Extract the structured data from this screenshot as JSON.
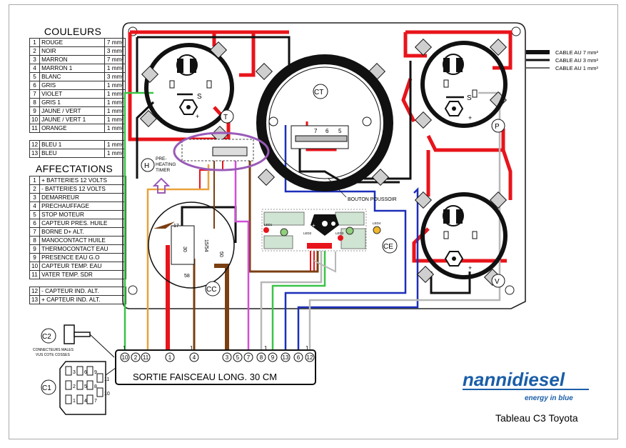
{
  "couleurs": {
    "title": "COULEURS",
    "rows": [
      {
        "n": "1",
        "name": "ROUGE",
        "size": "7 mm²"
      },
      {
        "n": "2",
        "name": "NOIR",
        "size": "3 mm²"
      },
      {
        "n": "3",
        "name": "MARRON",
        "size": "7 mm²"
      },
      {
        "n": "4",
        "name": "MARRON 1",
        "size": "1 mm²"
      },
      {
        "n": "5",
        "name": "BLANC",
        "size": "3 mm²"
      },
      {
        "n": "6",
        "name": "GRIS",
        "size": "1 mm²"
      },
      {
        "n": "7",
        "name": "VIOLET",
        "size": "1 mm²"
      },
      {
        "n": "8",
        "name": "GRIS 1",
        "size": "1 mm²"
      },
      {
        "n": "9",
        "name": "JAUNE / VERT",
        "size": "1 mm²"
      },
      {
        "n": "10",
        "name": "JAUNE / VERT 1",
        "size": "1 mm²"
      },
      {
        "n": "11",
        "name": "ORANGE",
        "size": "1 mm²"
      }
    ],
    "rows2": [
      {
        "n": "12",
        "name": "BLEU 1",
        "size": "1 mm²"
      },
      {
        "n": "13",
        "name": "BLEU",
        "size": "1 mm²"
      }
    ]
  },
  "affectations": {
    "title": "AFFECTATIONS",
    "rows": [
      {
        "n": "1",
        "name": "+ BATTERIES 12 VOLTS"
      },
      {
        "n": "2",
        "name": "- BATTERIES 12 VOLTS"
      },
      {
        "n": "3",
        "name": "DEMARREUR"
      },
      {
        "n": "4",
        "name": "PRECHAUFFAGE"
      },
      {
        "n": "5",
        "name": "STOP MOTEUR"
      },
      {
        "n": "6",
        "name": "CAPTEUR PRES. HUILE"
      },
      {
        "n": "7",
        "name": "BORNE D+ ALT."
      },
      {
        "n": "8",
        "name": "MANOCONTACT HUILE"
      },
      {
        "n": "9",
        "name": "THERMOCONTACT EAU"
      },
      {
        "n": "9b",
        "name": "PRESENCE EAU G.O"
      },
      {
        "n": "10",
        "name": "CAPTEUR TEMP. EAU"
      },
      {
        "n": "11",
        "name": "VATER TEMP. SDR"
      }
    ],
    "rows2": [
      {
        "n": "12",
        "name": "- CAPTEUR IND. ALT."
      },
      {
        "n": "13",
        "name": "+ CAPTEUR IND. ALT."
      }
    ]
  },
  "cable_legend": [
    "CABLE AU 7 mm²",
    "CABLE AU 3 mm²",
    "CABLE AU 1 mm²"
  ],
  "gauges": {
    "t": "T",
    "ct": "CT",
    "p": "P",
    "v": "V",
    "cc": "CC",
    "ce": "CE",
    "h": "H",
    "s1": "S",
    "s2": "S"
  },
  "labels": {
    "preheat": [
      "PRE-",
      "HEATING",
      "TIMER"
    ],
    "bouton": "BOUTON POUSSOIR",
    "ct_pins": [
      "7",
      "6",
      "5"
    ],
    "cc_pins": [
      "17",
      "30",
      "50",
      "15/54",
      "58"
    ],
    "c1": "C1",
    "c2": "C2",
    "connecteurs": [
      "CONNECTEURS MALES",
      "VUS COTE COSSES"
    ],
    "c1_pins": [
      "3",
      "6",
      "9",
      "2",
      "5",
      "8",
      "1",
      "4",
      "7",
      "11",
      "10"
    ],
    "sortie": "SORTIE FAISCEAU LONG. 30 CM",
    "sortie_pins": [
      "10",
      "2",
      "11",
      "1",
      "4",
      "3",
      "5",
      "7",
      "8",
      "9",
      "13",
      "6",
      "12"
    ],
    "wire_marks": [
      "1",
      "1",
      "1",
      "1"
    ],
    "ce_leds": [
      "LED1",
      "LED2",
      "LED3",
      "LED4"
    ]
  },
  "brand": {
    "name": "nannidiesel",
    "tagline": "energy in blue",
    "caption": "Tableau C3 Toyota"
  },
  "colors": {
    "red": "#e8141b",
    "black": "#111111",
    "brown": "#7a3f12",
    "orange": "#e9a23b",
    "green": "#39c447",
    "violet": "#d04fd6",
    "blue": "#1c2fb8",
    "gray": "#b8b8b8",
    "purple": "#9a5ab8",
    "brand_blue": "#1a5ea8"
  }
}
